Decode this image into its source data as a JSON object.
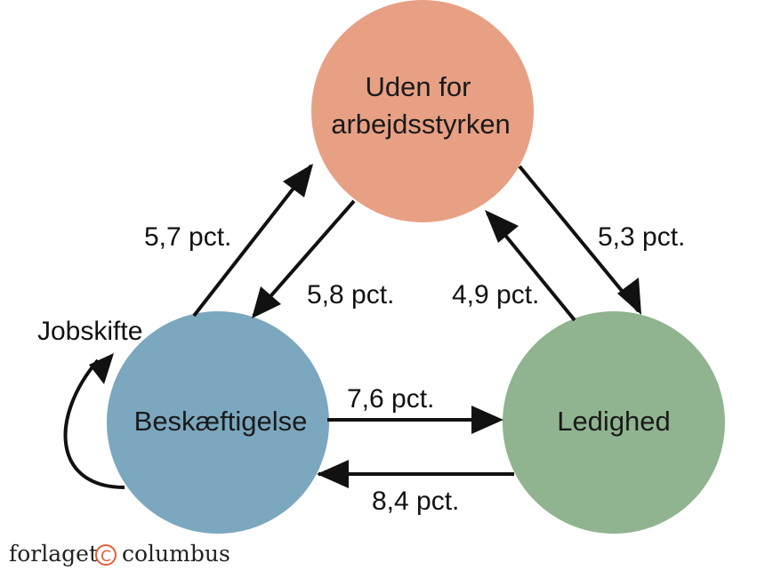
{
  "nodes": {
    "outside": {
      "line1": "Uden for",
      "line2": "arbejdsstyrken",
      "color": "#E8A084"
    },
    "employment": {
      "label": "Beskæftigelse",
      "color": "#7BA7BF"
    },
    "unemployment": {
      "label": "Ledighed",
      "color": "#8FB48F"
    }
  },
  "flows": {
    "employment_to_outside": "5,7 pct.",
    "outside_to_employment": "5,8 pct.",
    "outside_to_unemployment": "5,3 pct.",
    "unemployment_to_outside": "4,9 pct.",
    "employment_to_unemployment": "7,6 pct.",
    "unemployment_to_employment": "8,4 pct.",
    "job_switch": "Jobskifte"
  },
  "logo": {
    "left": "forlaget",
    "symbol": "C",
    "right": "columbus"
  }
}
